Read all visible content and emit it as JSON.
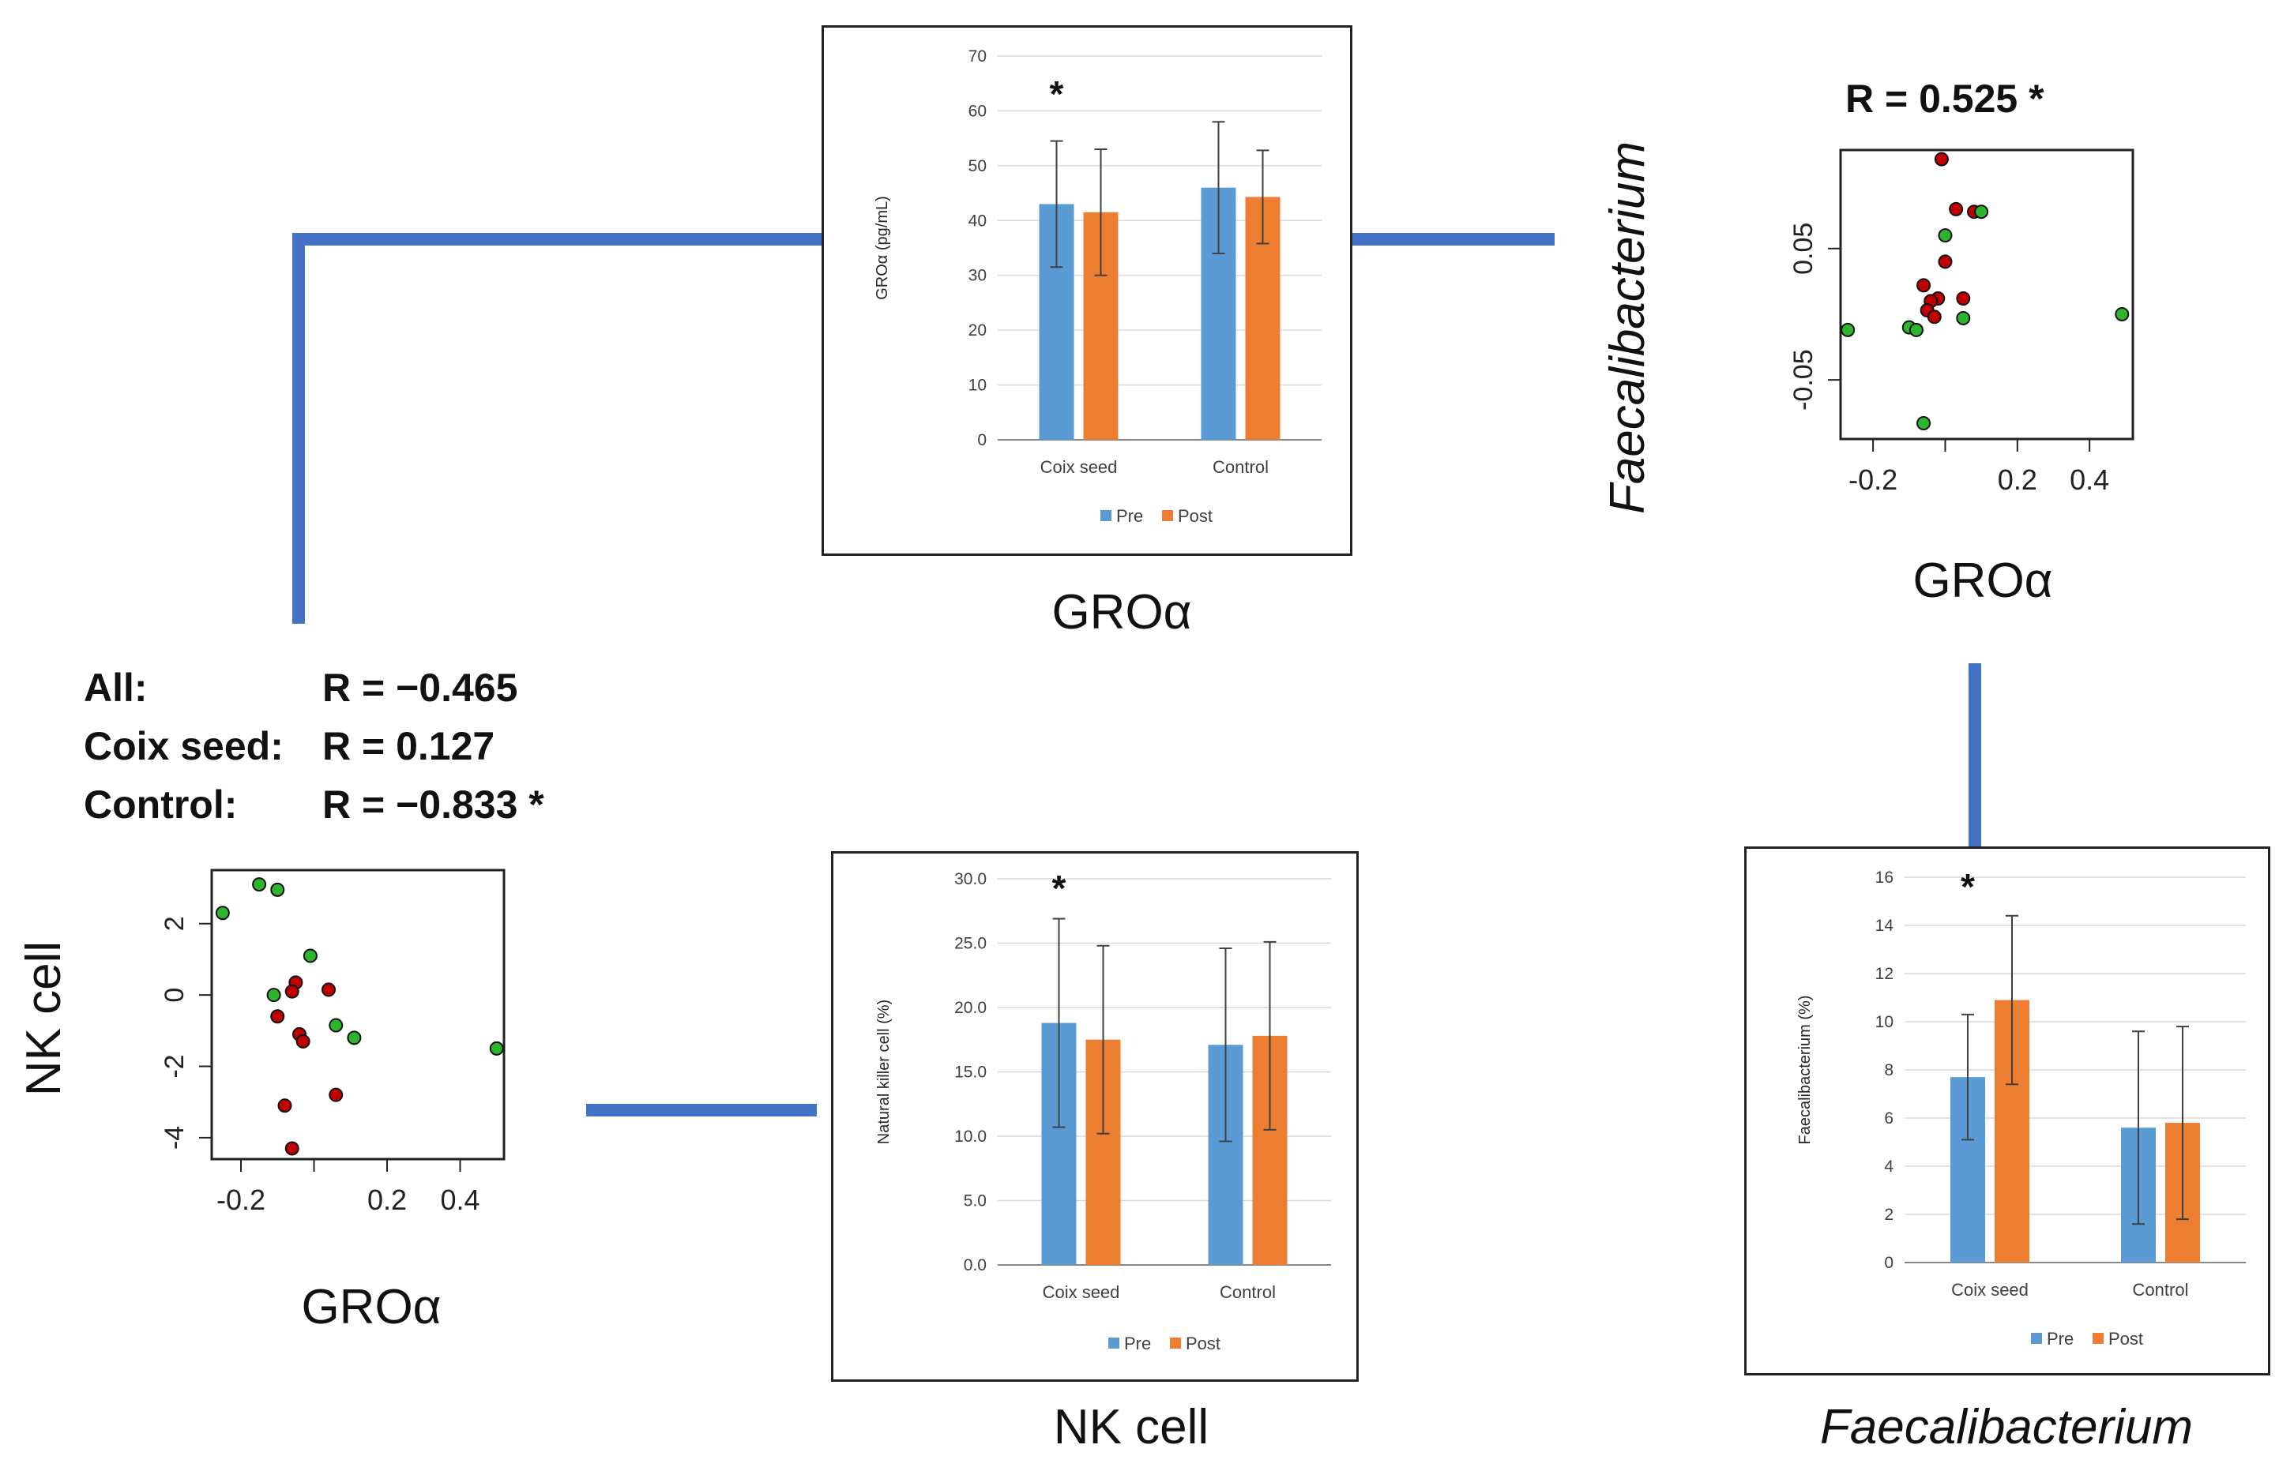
{
  "colors": {
    "connector": "#4472C4",
    "pre": "#5B9BD5",
    "post": "#ED7D31",
    "coix_point": "#C00000",
    "control_point": "#2DB52D"
  },
  "captions": {
    "top_bar": "GROα",
    "nk_bar": "NK cell",
    "faec_bar": "Faecalibacterium",
    "left_scatter_x": "GROα",
    "left_scatter_y": "NK cell",
    "right_scatter_x": "GROα",
    "right_scatter_y": "Faecalibacterium"
  },
  "stats_left": [
    {
      "label": "All:",
      "value": "R = −0.465"
    },
    {
      "label": "Coix seed:",
      "value": "R = 0.127"
    },
    {
      "label": "Control:",
      "value": "R = −0.833 *"
    }
  ],
  "right_scatter_title": "R = 0.525 *",
  "chart_data": [
    {
      "id": "gro_bar",
      "type": "bar",
      "ylabel": "GROα (pg/mL)",
      "categories": [
        "Coix seed",
        "Control"
      ],
      "ylim": [
        0,
        70
      ],
      "yticks": [
        "0",
        "10",
        "20",
        "30",
        "40",
        "50",
        "60",
        "70"
      ],
      "series": [
        {
          "name": "Pre",
          "values": [
            43,
            46
          ],
          "errors": [
            11.5,
            12
          ]
        },
        {
          "name": "Post",
          "values": [
            41.5,
            44.3
          ],
          "errors": [
            11.5,
            8.5
          ]
        }
      ],
      "significance": [
        "*",
        ""
      ],
      "legend": "bottom"
    },
    {
      "id": "nk_bar",
      "type": "bar",
      "ylabel": "Natural killer cell (%)",
      "categories": [
        "Coix seed",
        "Control"
      ],
      "ylim": [
        0,
        30
      ],
      "yticks": [
        "0.0",
        "5.0",
        "10.0",
        "15.0",
        "20.0",
        "25.0",
        "30.0"
      ],
      "series": [
        {
          "name": "Pre",
          "values": [
            18.8,
            17.1
          ],
          "errors": [
            8.1,
            7.5
          ]
        },
        {
          "name": "Post",
          "values": [
            17.5,
            17.8
          ],
          "errors": [
            7.3,
            7.3
          ]
        }
      ],
      "significance": [
        "*",
        ""
      ],
      "legend": "bottom"
    },
    {
      "id": "faec_bar",
      "type": "bar",
      "ylabel": "Faecalibacterium (%)",
      "categories": [
        "Coix seed",
        "Control"
      ],
      "ylim": [
        0,
        16
      ],
      "yticks": [
        "0",
        "2",
        "4",
        "6",
        "8",
        "10",
        "12",
        "14",
        "16"
      ],
      "series": [
        {
          "name": "Pre",
          "values": [
            7.7,
            5.6
          ],
          "errors": [
            2.6,
            4.0
          ]
        },
        {
          "name": "Post",
          "values": [
            10.9,
            5.8
          ],
          "errors": [
            3.5,
            4.0
          ]
        }
      ],
      "significance": [
        "*",
        ""
      ],
      "legend": "bottom"
    },
    {
      "id": "nk_scatter",
      "type": "scatter",
      "xlim": [
        -0.28,
        0.52
      ],
      "ylim": [
        -4.6,
        3.5
      ],
      "xticks": [
        "-0.2",
        "0.2",
        "0.4"
      ],
      "xtick_values": [
        -0.2,
        0.2,
        0.4
      ],
      "yticks": [
        "-4",
        "-2",
        "0",
        "2"
      ],
      "ytick_values": [
        -4,
        -2,
        0,
        2
      ],
      "series": [
        {
          "group": "Coix seed",
          "points": [
            [
              -0.05,
              0.35
            ],
            [
              -0.06,
              0.1
            ],
            [
              -0.1,
              -0.6
            ],
            [
              0.04,
              0.15
            ],
            [
              -0.04,
              -1.1
            ],
            [
              -0.03,
              -1.3
            ],
            [
              -0.08,
              -3.1
            ],
            [
              0.06,
              -2.8
            ],
            [
              -0.06,
              -4.3
            ]
          ]
        },
        {
          "group": "Control",
          "points": [
            [
              -0.25,
              2.3
            ],
            [
              -0.15,
              3.1
            ],
            [
              -0.1,
              2.95
            ],
            [
              -0.01,
              1.1
            ],
            [
              -0.11,
              0.0
            ],
            [
              0.06,
              -0.85
            ],
            [
              0.11,
              -1.2
            ],
            [
              0.5,
              -1.5
            ]
          ]
        }
      ]
    },
    {
      "id": "faec_scatter",
      "type": "scatter",
      "title": "R = 0.525 *",
      "xlim": [
        -0.29,
        0.52
      ],
      "ylim": [
        -0.095,
        0.125
      ],
      "xticks": [
        "-0.2",
        "0.2",
        "0.4"
      ],
      "xtick_values": [
        -0.2,
        0.2,
        0.4
      ],
      "yticks": [
        "-0.05",
        "0.05"
      ],
      "ytick_values": [
        -0.05,
        0.05
      ],
      "series": [
        {
          "group": "Coix seed",
          "points": [
            [
              -0.01,
              0.118
            ],
            [
              0.03,
              0.08
            ],
            [
              0.08,
              0.078
            ],
            [
              0.0,
              0.04
            ],
            [
              -0.06,
              0.022
            ],
            [
              -0.02,
              0.012
            ],
            [
              -0.04,
              0.01
            ],
            [
              -0.05,
              0.003
            ],
            [
              -0.03,
              -0.002
            ],
            [
              0.05,
              0.012
            ]
          ]
        },
        {
          "group": "Control",
          "points": [
            [
              0.1,
              0.078
            ],
            [
              0.0,
              0.06
            ],
            [
              0.05,
              -0.003
            ],
            [
              -0.27,
              -0.012
            ],
            [
              -0.1,
              -0.01
            ],
            [
              -0.08,
              -0.012
            ],
            [
              0.49,
              0.0
            ],
            [
              -0.06,
              -0.083
            ]
          ]
        }
      ]
    }
  ]
}
